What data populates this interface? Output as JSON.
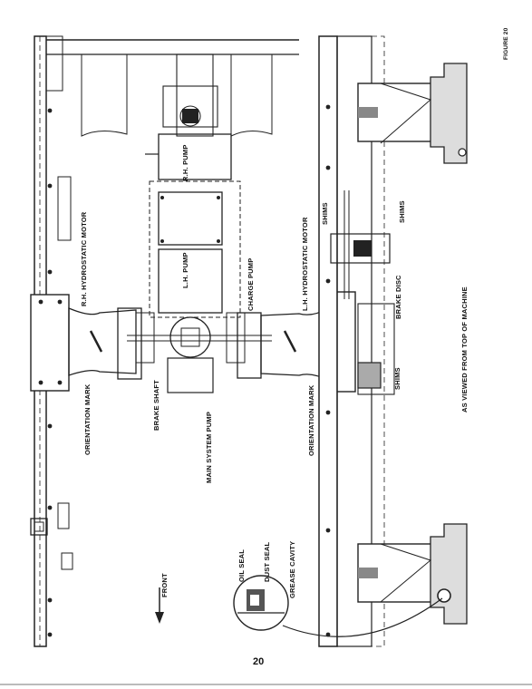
{
  "figure_label": "FIGURE 20",
  "page_number": "20",
  "labels": {
    "rh_motor": "R.H. HYDROSTATIC MOTOR",
    "lh_motor": "L.H. HYDROSTATIC MOTOR",
    "rh_pump": "R.H. PUMP",
    "lh_pump": "L.H. PUMP",
    "charge_pump": "CHARGE PUMP",
    "brake_shaft": "BRAKE SHAFT",
    "main_system_pump": "MAIN SYSTEM PUMP",
    "orientation_mark_left": "ORIENTATION MARK",
    "orientation_mark_right": "ORIENTATION MARK",
    "shims_top_left": "SHIMS",
    "shims_top_right": "SHIMS",
    "shims_lower": "SHIMS",
    "brake_disc": "BRAKE DISC",
    "view_note": "AS VIEWED FROM TOP OF MACHINE",
    "front": "FRONT",
    "oil_seal": "OIL SEAL",
    "dust_seal": "DUST SEAL",
    "grease_cavity": "GREASE CAVITY"
  }
}
